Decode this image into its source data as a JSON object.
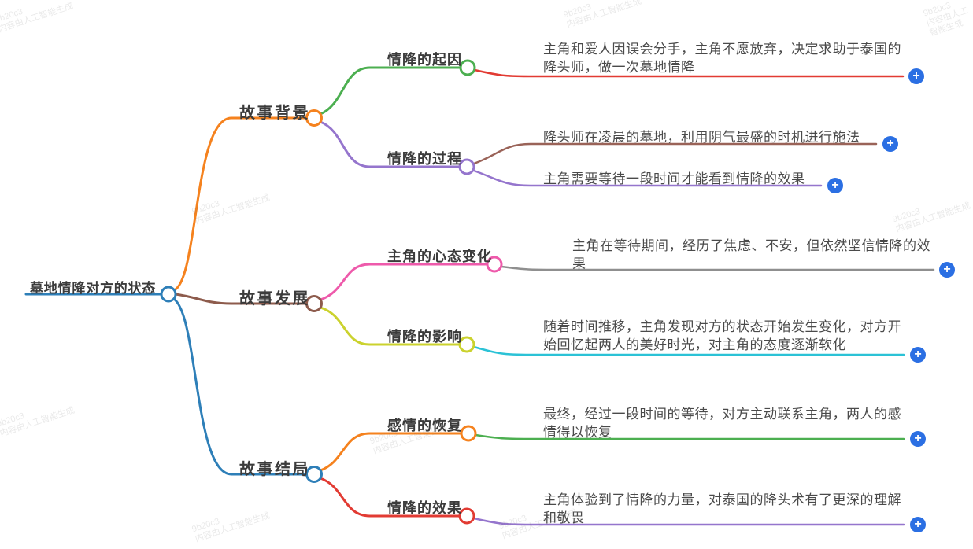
{
  "watermark": {
    "code": "9b20c3",
    "text": "内容由人工智能生成"
  },
  "ui": {
    "add_label": "+",
    "add_button_color": "#2b6fe3"
  },
  "root": {
    "label": "墓地情降对方的状态",
    "color": "#2e7fb8"
  },
  "branches": [
    {
      "label": "故事背景",
      "color": "#f5821e",
      "children": [
        {
          "label": "情降的起因",
          "color": "#4caf50",
          "leaves": [
            {
              "text": "主角和爱人因误会分手，主角不愿放弃，决定求助于泰国的降头师，做一次墓地情降",
              "color": "#e23b33"
            }
          ]
        },
        {
          "label": "情降的过程",
          "color": "#9575cd",
          "leaves": [
            {
              "text": "降头师在凌晨的墓地，利用阴气最盛的时机进行施法",
              "color": "#9a6358"
            },
            {
              "text": "主角需要等待一段时间才能看到情降的效果",
              "color": "#9575cd"
            }
          ]
        }
      ]
    },
    {
      "label": "故事发展",
      "color": "#8d5b4c",
      "children": [
        {
          "label": "主角的心态变化",
          "color": "#ee5aab",
          "leaves": [
            {
              "text": "主角在等待期间，经历了焦虑、不安，但依然坚信情降的效果",
              "color": "#8f8f8f"
            }
          ]
        },
        {
          "label": "情降的影响",
          "color": "#cbd22e",
          "leaves": [
            {
              "text": "随着时间推移，主角发现对方的状态开始发生变化，对方开始回忆起两人的美好时光，对主角的态度逐渐软化",
              "color": "#2bc2d6"
            }
          ]
        }
      ]
    },
    {
      "label": "故事结局",
      "color": "#2e7fb8",
      "children": [
        {
          "label": "感情的恢复",
          "color": "#f5821e",
          "leaves": [
            {
              "text": "最终，经过一段时间的等待，对方主动联系主角，两人的感情得以恢复",
              "color": "#4caf50"
            }
          ]
        },
        {
          "label": "情降的效果",
          "color": "#e23b33",
          "leaves": [
            {
              "text": "主角体验到了情降的力量，对泰国的降头术有了更深的理解和敬畏",
              "color": "#9575cd"
            }
          ]
        }
      ]
    }
  ]
}
